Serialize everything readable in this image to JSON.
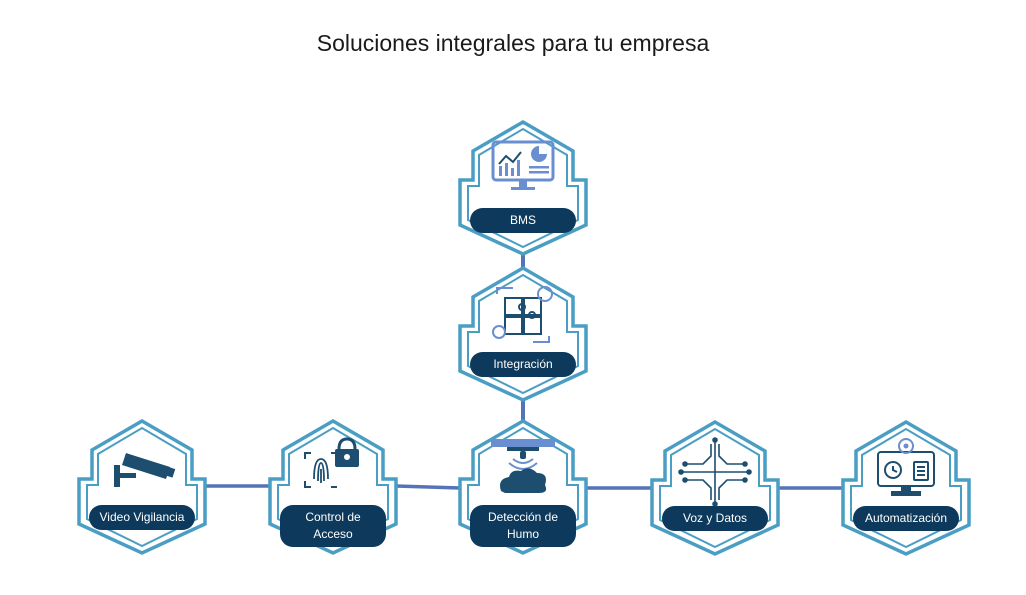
{
  "title": "Soluciones integrales para tu empresa",
  "colors": {
    "hex_stroke": "#4a9ec4",
    "connector": "#5574b8",
    "label_bg": "#0d3a5c",
    "icon": "#1d4e70",
    "icon_accent": "#6a8fd0"
  },
  "nodes": [
    {
      "id": "bms",
      "label": "BMS",
      "icon": "monitor-analytics-icon"
    },
    {
      "id": "integracion",
      "label": "Integración",
      "icon": "puzzle-gears-icon"
    },
    {
      "id": "video",
      "label": "Video Vigilancia",
      "icon": "security-camera-icon"
    },
    {
      "id": "acceso",
      "label": "Control de Acceso",
      "icon": "fingerprint-lock-icon"
    },
    {
      "id": "humo",
      "label": "Detección de Humo",
      "icon": "co2-sensor-icon"
    },
    {
      "id": "voz",
      "label": "Voz y Datos",
      "icon": "network-circuit-icon"
    },
    {
      "id": "auto",
      "label": "Automatización",
      "icon": "monitor-automation-icon"
    }
  ]
}
